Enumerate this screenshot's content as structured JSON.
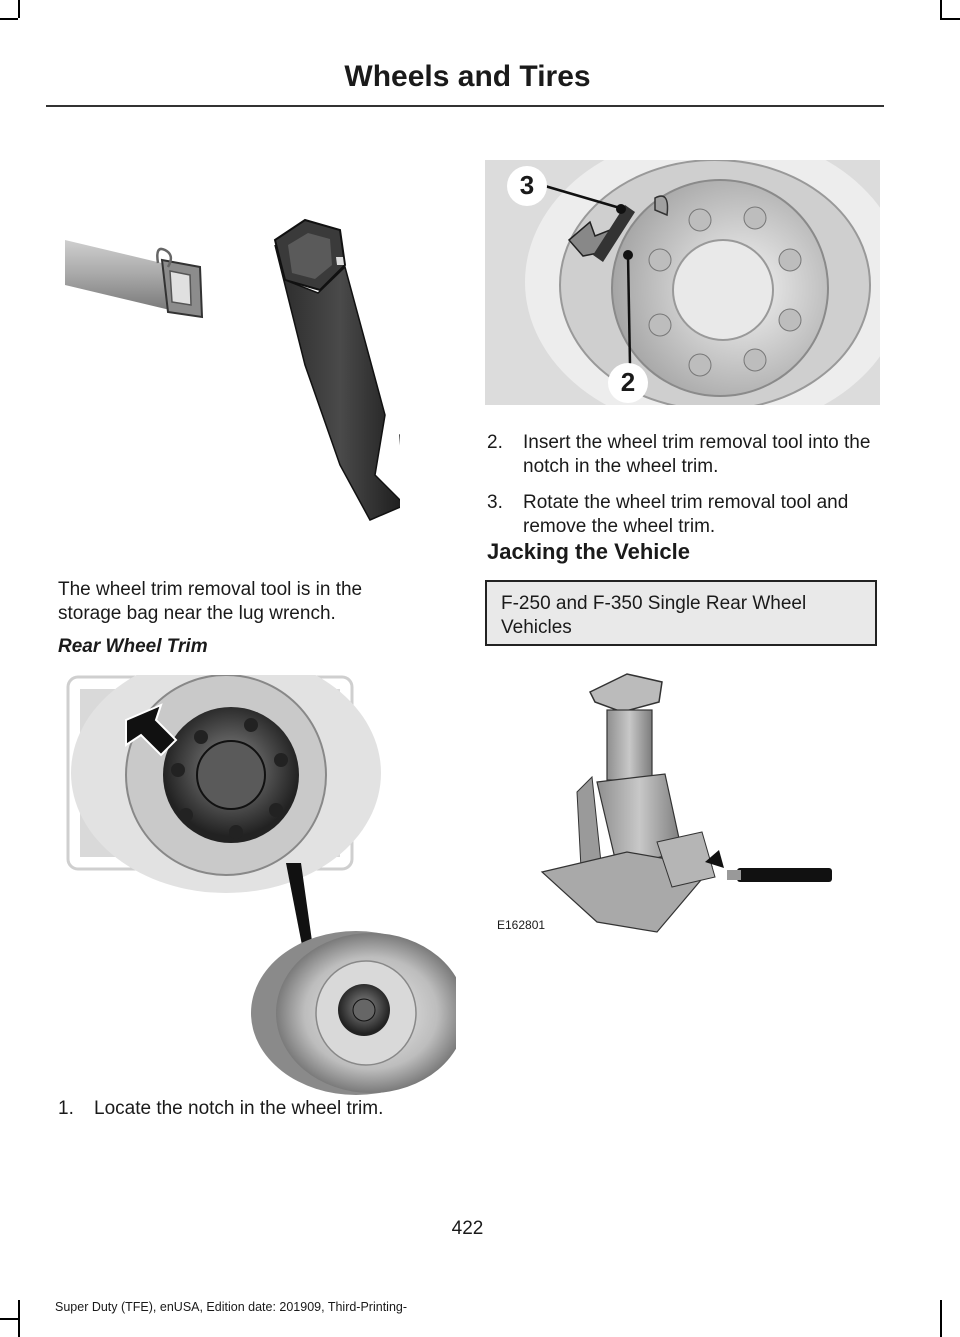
{
  "header": {
    "title": "Wheels and Tires"
  },
  "left_column": {
    "tool_note": "The wheel trim removal tool is in the storage bag near the lug wrench.",
    "subheading": "Rear Wheel Trim",
    "steps": [
      {
        "number": "1.",
        "text": "Locate the notch in the wheel trim."
      }
    ]
  },
  "right_column": {
    "figure_callouts": [
      "3",
      "2"
    ],
    "steps": [
      {
        "number": "2.",
        "text": "Insert the wheel trim removal tool into the notch in the wheel trim."
      },
      {
        "number": "3.",
        "text": "Rotate the wheel trim removal tool and remove the wheel trim."
      }
    ],
    "section_heading": "Jacking the Vehicle",
    "note_box": "F-250 and F-350 Single Rear Wheel Vehicles",
    "jack_figure_id": "E162801"
  },
  "footer": {
    "page_number": "422",
    "edition": "Super Duty (TFE), enUSA, Edition date: 201909, Third-Printing-"
  }
}
